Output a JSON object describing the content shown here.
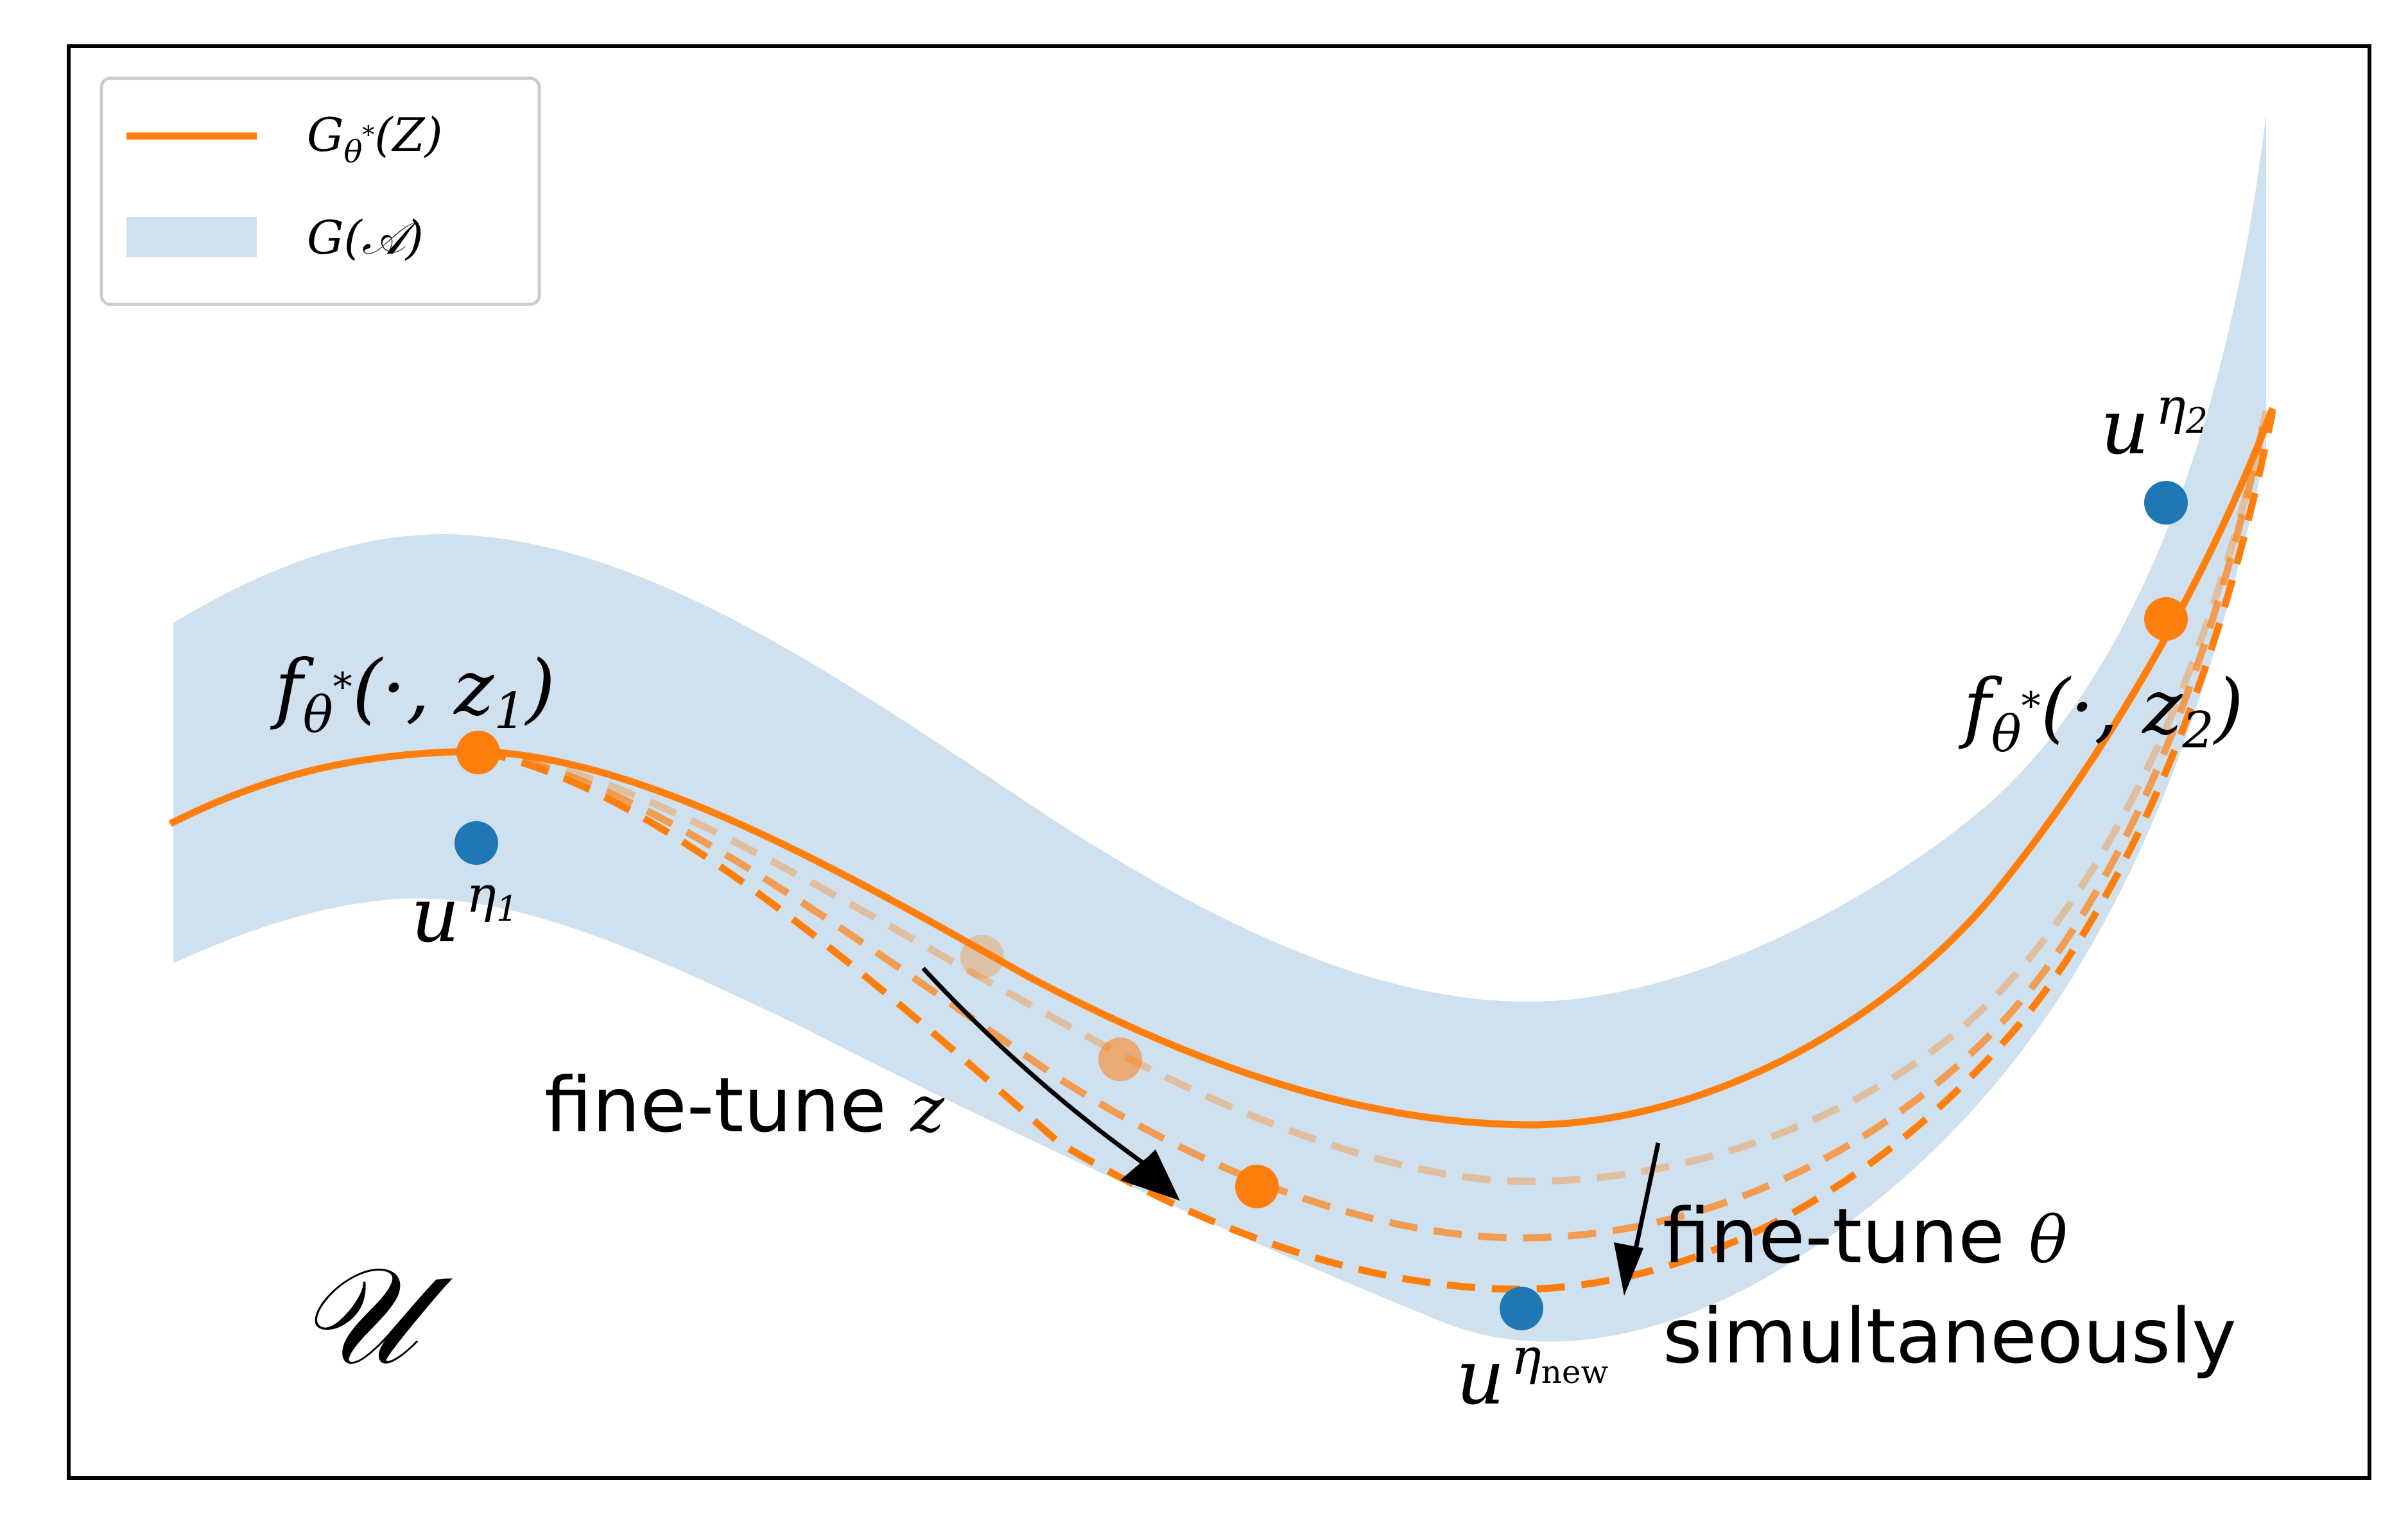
{
  "legend": {
    "curve_label": "G",
    "curve_sub": "θ",
    "curve_sup": "*",
    "curve_arg": "(Z)",
    "band_label": "G(",
    "band_script": "𝒜",
    "band_close": ")"
  },
  "labels": {
    "f1_main": "f",
    "f1_sub": "θ",
    "f1_sup": "*",
    "f1_args": "(·, z",
    "f1_idx": "1",
    "f1_close": ")",
    "f2_main": "f",
    "f2_sub": "θ",
    "f2_sup": "*",
    "f2_args": "(·, z",
    "f2_idx": "2",
    "f2_close": ")",
    "u1_main": "u",
    "u1_sup": "η",
    "u1_idx": "1",
    "u2_main": "u",
    "u2_sup": "η",
    "u2_idx": "2",
    "unew_main": "u",
    "unew_sup": "η",
    "unew_idx": "new",
    "finetune_z_text": "fine-tune ",
    "finetune_z_var": "z",
    "finetune_theta_text": "fine-tune ",
    "finetune_theta_var": "θ",
    "simultaneously": "simultaneously",
    "space_symbol": "𝒰"
  },
  "colors": {
    "curve": "#ff7f0e",
    "band": "#cfe0ee",
    "point": "#1f77b4",
    "frame": "#000000"
  }
}
